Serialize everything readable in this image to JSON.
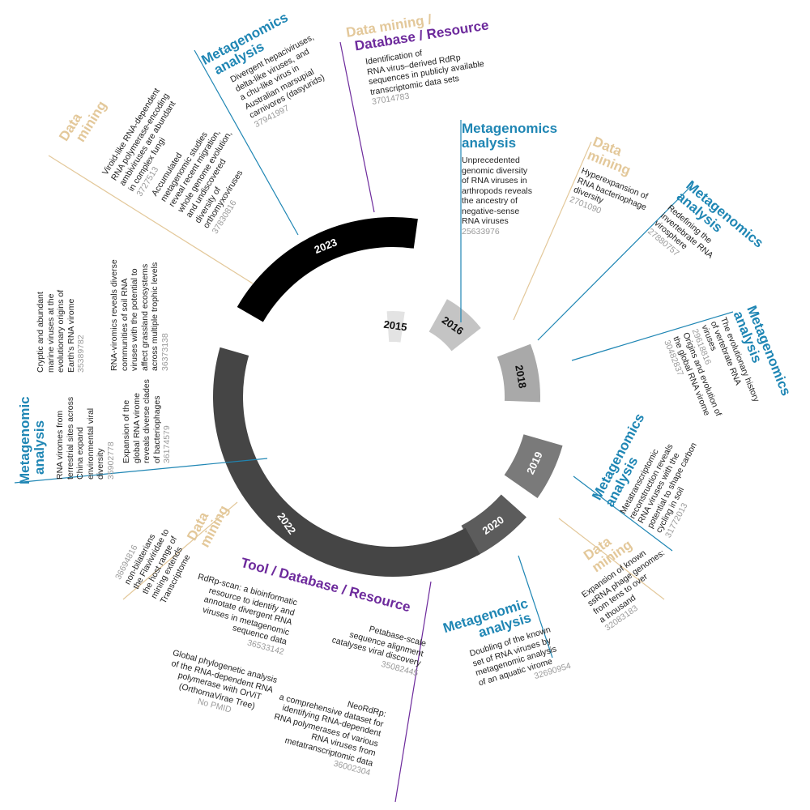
{
  "colors": {
    "metagenomics": "#1f86b4",
    "mining": "#e3c89a",
    "tool": "#6d2a9c",
    "desc": "#222222",
    "pmid": "#9a9a9a"
  },
  "years": [
    {
      "label": "2015",
      "fill": "#e3e3e3",
      "text": "#111111"
    },
    {
      "label": "2016",
      "fill": "#c4c4c4",
      "text": "#111111"
    },
    {
      "label": "2018",
      "fill": "#a9a9a9",
      "text": "#111111"
    },
    {
      "label": "2019",
      "fill": "#7a7a7a",
      "text": "#ffffff"
    },
    {
      "label": "2020",
      "fill": "#5c5c5c",
      "text": "#ffffff"
    },
    {
      "label": "2022",
      "fill": "#454545",
      "text": "#ffffff"
    },
    {
      "label": "2023",
      "fill": "#000000",
      "text": "#ffffff"
    }
  ],
  "entries": [
    {
      "category": "Metagenomics analysis",
      "cat_lines": [
        "Metagenomics",
        "analysis"
      ],
      "color": "metagenomics",
      "desc_lines": [
        "Unprecedented",
        "genomic diversity",
        "of RNA viruses in",
        "arthropods reveals",
        "the ancestry of",
        "negative-sense",
        "RNA viruses"
      ],
      "pmid": "25633976"
    },
    {
      "category": "Data mining",
      "cat_lines": [
        "Data",
        "mining"
      ],
      "color": "mining",
      "desc_lines": [
        "Hyperexpansion of",
        "RNA bacteriophage",
        "diversity"
      ],
      "pmid": "2701090"
    },
    {
      "category": "Metagenomics analysis",
      "cat_lines": [
        "Metagenomics",
        "analysis"
      ],
      "color": "metagenomics",
      "desc_lines": [
        "Redefining the",
        "invertebrate RNA",
        "virosphere"
      ],
      "pmid": "27880757"
    },
    {
      "category": "Metagenomics analysis",
      "cat_lines": [
        "Metagenomics",
        "analysis"
      ],
      "color": "metagenomics",
      "desc_lines": [
        "The evolutionary history",
        "of vertebrate RNA",
        "viruses"
      ],
      "pmid": "29618816",
      "desc2_lines": [
        "Origins and evolution of",
        "the global RNA virome"
      ],
      "pmid2": "30482837"
    },
    {
      "category": "Metagenomics analysis",
      "cat_lines": [
        "Metagenomics",
        "analysis"
      ],
      "color": "metagenomics",
      "desc_lines": [
        "Metatranscriptomic",
        "reconstruction reveals",
        "RNA viruses with the",
        "potential to shape carbon",
        "cycling in soil"
      ],
      "pmid": "31772013"
    },
    {
      "category": "Data mining",
      "cat_lines": [
        "Data",
        "mining"
      ],
      "color": "mining",
      "desc_lines": [
        "Expansion of known",
        "ssRNA phage genomes:",
        "from tens to over",
        "a thousand"
      ],
      "pmid": "32083183"
    },
    {
      "category": "Metagenomic analysis",
      "cat_lines": [
        "Metagenomic",
        "analysis"
      ],
      "color": "metagenomics",
      "desc_lines": [
        "Doubling of the known",
        "set of RNA viruses by",
        "metagenomic analysis",
        "of an aquatic virome"
      ],
      "pmid": "32690954"
    },
    {
      "category": "Tool / Database / Resource",
      "cat_lines": [
        "Tool / Database / Resource"
      ],
      "color": "tool",
      "items": [
        {
          "desc_lines": [
            "RdRp-scan: a bioinformatic",
            "resource to identify and",
            "annotate divergent RNA",
            "viruses in metagenomic",
            "sequence data"
          ],
          "pmid": "36533142"
        },
        {
          "desc_lines": [
            "Global phylogenetic analysis",
            "of the RNA-dependent RNA",
            "polymerase with OrViT",
            "(OrthornaVirae Tree)"
          ],
          "pmid": "No PMID"
        },
        {
          "desc_lines": [
            "Petabase-scale",
            "sequence alignment",
            "catalyses viral discovery"
          ],
          "pmid": "35082445"
        },
        {
          "desc_lines": [
            "NeoRdRp:",
            "a comprehensive dataset  for",
            "identifying RNA-dependent",
            "RNA polymerases of various",
            "RNA viruses from",
            "metatranscriptomic data"
          ],
          "pmid": "36002304"
        }
      ]
    },
    {
      "category": "Data mining",
      "cat_lines": [
        "Data",
        "mining"
      ],
      "color": "mining",
      "desc_lines": [
        "Transcriptome",
        "mining extends",
        "the host range of",
        "the Flaviviridae to",
        "non-bilaterians"
      ],
      "pmid": "36694816"
    },
    {
      "category": "Metagenomic analysis",
      "cat_lines": [
        "Metagenomic",
        "analysis"
      ],
      "color": "metagenomics",
      "desc_lines": [
        "RNA viromes from",
        "terrestrial sites across",
        "China expand",
        "environmental viral",
        "diversity"
      ],
      "pmid": "35902778",
      "desc2_lines": [
        "Expansion of the",
        "global RNA virome",
        "reveals diverse clades",
        "of bacteriophages"
      ],
      "pmid2": "36174579",
      "desc3_lines": [
        "Cryptic and abundant",
        "marine viruses at the",
        "evolutionary origins of",
        "Earth's RNA virome"
      ],
      "pmid3": "35389782",
      "desc4_lines": [
        "RNA-viromics reveals diverse",
        "communities of soil RNA",
        "viruses with the potential to",
        "affect grassland ecosystems",
        "across multiple trophic levels"
      ],
      "pmid4": "36373138"
    },
    {
      "category": "Data mining",
      "cat_lines": [
        "Data",
        "mining"
      ],
      "color": "mining",
      "desc_lines": [
        "Viroid-like RNA-dependent",
        "RNA polymerase-encoding",
        "ambiviruses are abundant",
        "in complex fungi"
      ],
      "pmid": "3727513",
      "desc2_lines": [
        "Accumulated",
        "metagenomic studies",
        "reveal recent migration,",
        "whole genome evolution,",
        "and undiscovered",
        "diversity of",
        "orthomyxoviruses"
      ],
      "pmid2": "37830816"
    },
    {
      "category": "Metagenomics analysis",
      "cat_lines": [
        "Metagenomics",
        "analysis"
      ],
      "color": "metagenomics",
      "desc_lines": [
        "Divergent hepaciviruses,",
        "delta-like viruses, and",
        "a chu-like virus in",
        "Australian marsupial",
        "carnivores (dasyurids)"
      ],
      "pmid": "37941997"
    },
    {
      "category": "Data mining / Database / Resource",
      "cat_lines": [
        "Data mining /",
        "Database / Resource"
      ],
      "color": "tool",
      "desc_lines": [
        "Identification of",
        "RNA virus–derived RdRp",
        "sequences in publicly available",
        "transcriptomic data sets"
      ],
      "pmid": "37014783"
    }
  ]
}
